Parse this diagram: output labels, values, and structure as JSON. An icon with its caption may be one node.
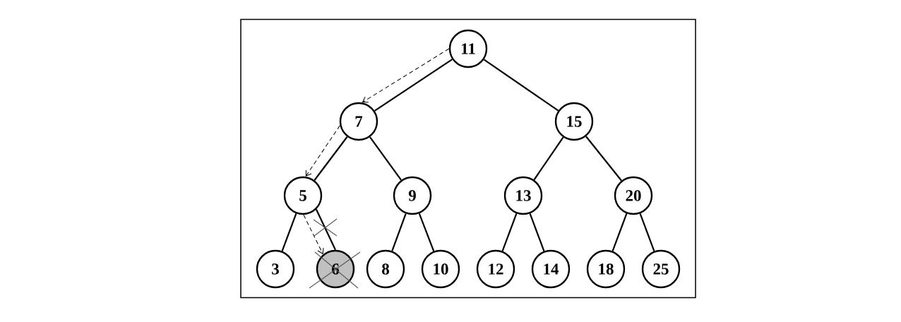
{
  "diagram": {
    "nodes": [
      {
        "text": [
          "11"
        ]
      },
      {
        "text": [
          "7"
        ]
      },
      {
        "text": [
          "15"
        ]
      },
      {
        "text": [
          "5"
        ]
      },
      {
        "text": [
          "9"
        ]
      },
      {
        "text": [
          "13"
        ]
      },
      {
        "text": [
          "20"
        ]
      },
      {
        "text": [
          "3"
        ]
      },
      {
        "text": [
          "6"
        ]
      },
      {
        "text": [
          "8"
        ]
      },
      {
        "text": [
          "10"
        ]
      },
      {
        "text": [
          "12"
        ]
      },
      {
        "text": [
          "14"
        ]
      },
      {
        "text": [
          "18"
        ]
      },
      {
        "text": [
          "25"
        ]
      }
    ],
    "edges": [
      {
        "from": 0,
        "to": 1,
        "arrow": "none"
      },
      {
        "from": 0,
        "to": 2,
        "arrow": "none"
      },
      {
        "from": 1,
        "to": 3,
        "arrow": "none"
      },
      {
        "from": 1,
        "to": 4,
        "arrow": "none"
      },
      {
        "from": 2,
        "to": 5,
        "arrow": "none"
      },
      {
        "from": 2,
        "to": 6,
        "arrow": "none"
      },
      {
        "from": 3,
        "to": 7,
        "arrow": "none"
      },
      {
        "from": 3,
        "to": 8,
        "arrow": "none"
      },
      {
        "from": 4,
        "to": 9,
        "arrow": "none"
      },
      {
        "from": 4,
        "to": 10,
        "arrow": "none"
      },
      {
        "from": 5,
        "to": 11,
        "arrow": "none"
      },
      {
        "from": 5,
        "to": 12,
        "arrow": "none"
      },
      {
        "from": 6,
        "to": 13,
        "arrow": "none"
      },
      {
        "from": 6,
        "to": 14,
        "arrow": "none"
      },
      {
        "from": 0,
        "to": 1,
        "arrow": "to",
        "style": "dashed"
      },
      {
        "from": 1,
        "to": 3,
        "arrow": "to",
        "style": "dashed"
      },
      {
        "from": 3,
        "to": 8,
        "arrow": "to",
        "style": "dashed"
      }
    ]
  }
}
